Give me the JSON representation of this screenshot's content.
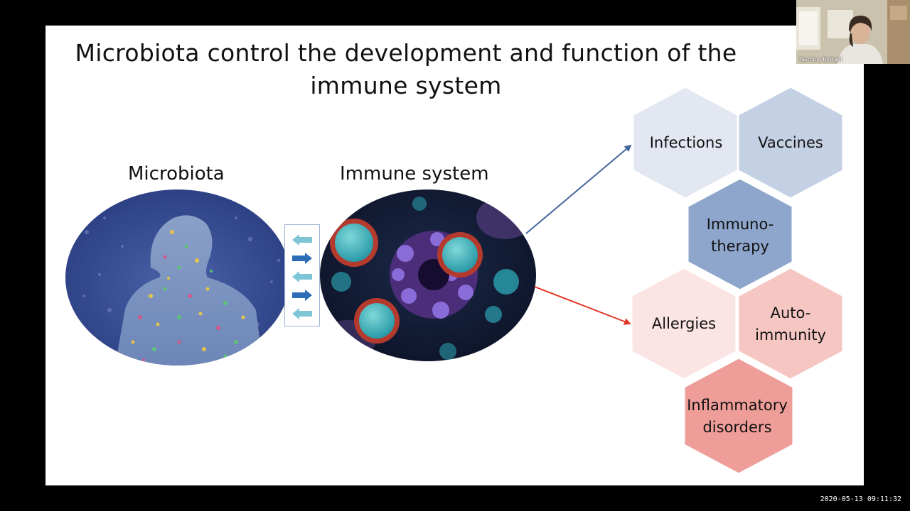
{
  "slide": {
    "title_line1": "Microbiota control the development and function of the",
    "title_line2": "immune system",
    "left_label": "Microbiota",
    "right_label": "Immune system"
  },
  "hexagons": [
    {
      "label": "Infections",
      "color": "#e2e7f1"
    },
    {
      "label": "Vaccines",
      "color": "#c4d0e4"
    },
    {
      "label": "Immuno-\ntherapy",
      "color": "#8fa6cc"
    },
    {
      "label": "Allergies",
      "color": "#fae5e4"
    },
    {
      "label": "Auto-\nimmunity",
      "color": "#f6c6c3"
    },
    {
      "label": "Inflammatory\ndisorders",
      "color": "#ee9d98"
    }
  ],
  "colors": {
    "blue_arrow": "#44679a",
    "red_arrow": "#e2392a",
    "light_arrow": "#7ec6d6",
    "dark_arrow": "#2c6db8"
  },
  "exchange_arrows": [
    "left",
    "right",
    "left",
    "right",
    "left"
  ],
  "webcam": {
    "name": "Yasmine Belkaid"
  },
  "timestamp": "2020-05-13 09:11:32"
}
